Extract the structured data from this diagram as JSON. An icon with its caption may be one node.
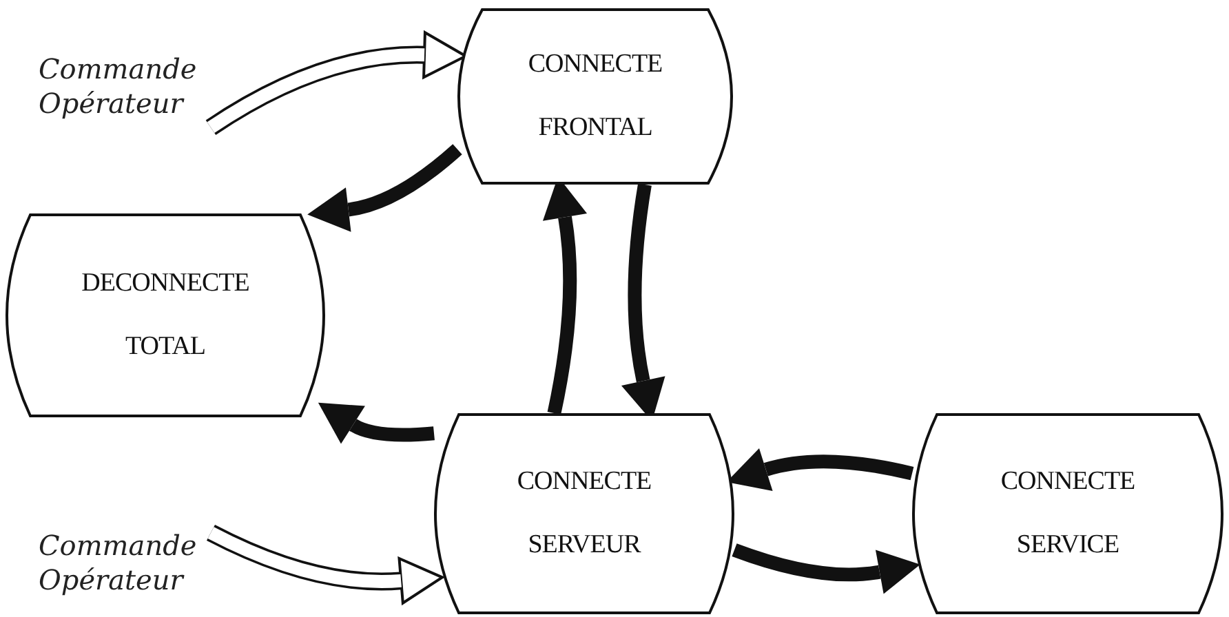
{
  "diagram": {
    "nodes": [
      {
        "text": [
          "Commande Opérateur"
        ]
      },
      {
        "text": [
          "CONNECTE FRONTAL"
        ]
      },
      {
        "text": [
          "DECONNECTE TOTAL"
        ]
      },
      {
        "text": [
          "CONNECTE SERVEUR"
        ]
      },
      {
        "text": [
          "CONNECTE SERVICE"
        ]
      },
      {
        "text": [
          "Commande Opérateur"
        ]
      }
    ],
    "edges": [
      {
        "from": 0,
        "to": 1,
        "arrow": "to"
      },
      {
        "from": 1,
        "to": 2,
        "arrow": "to"
      },
      {
        "from": 3,
        "to": 1,
        "arrow": "to"
      },
      {
        "from": 1,
        "to": 3,
        "arrow": "to"
      },
      {
        "from": 3,
        "to": 2,
        "arrow": "to"
      },
      {
        "from": 5,
        "to": 3,
        "arrow": "to"
      },
      {
        "from": 4,
        "to": 3,
        "arrow": "to"
      },
      {
        "from": 3,
        "to": 4,
        "arrow": "to"
      }
    ]
  }
}
